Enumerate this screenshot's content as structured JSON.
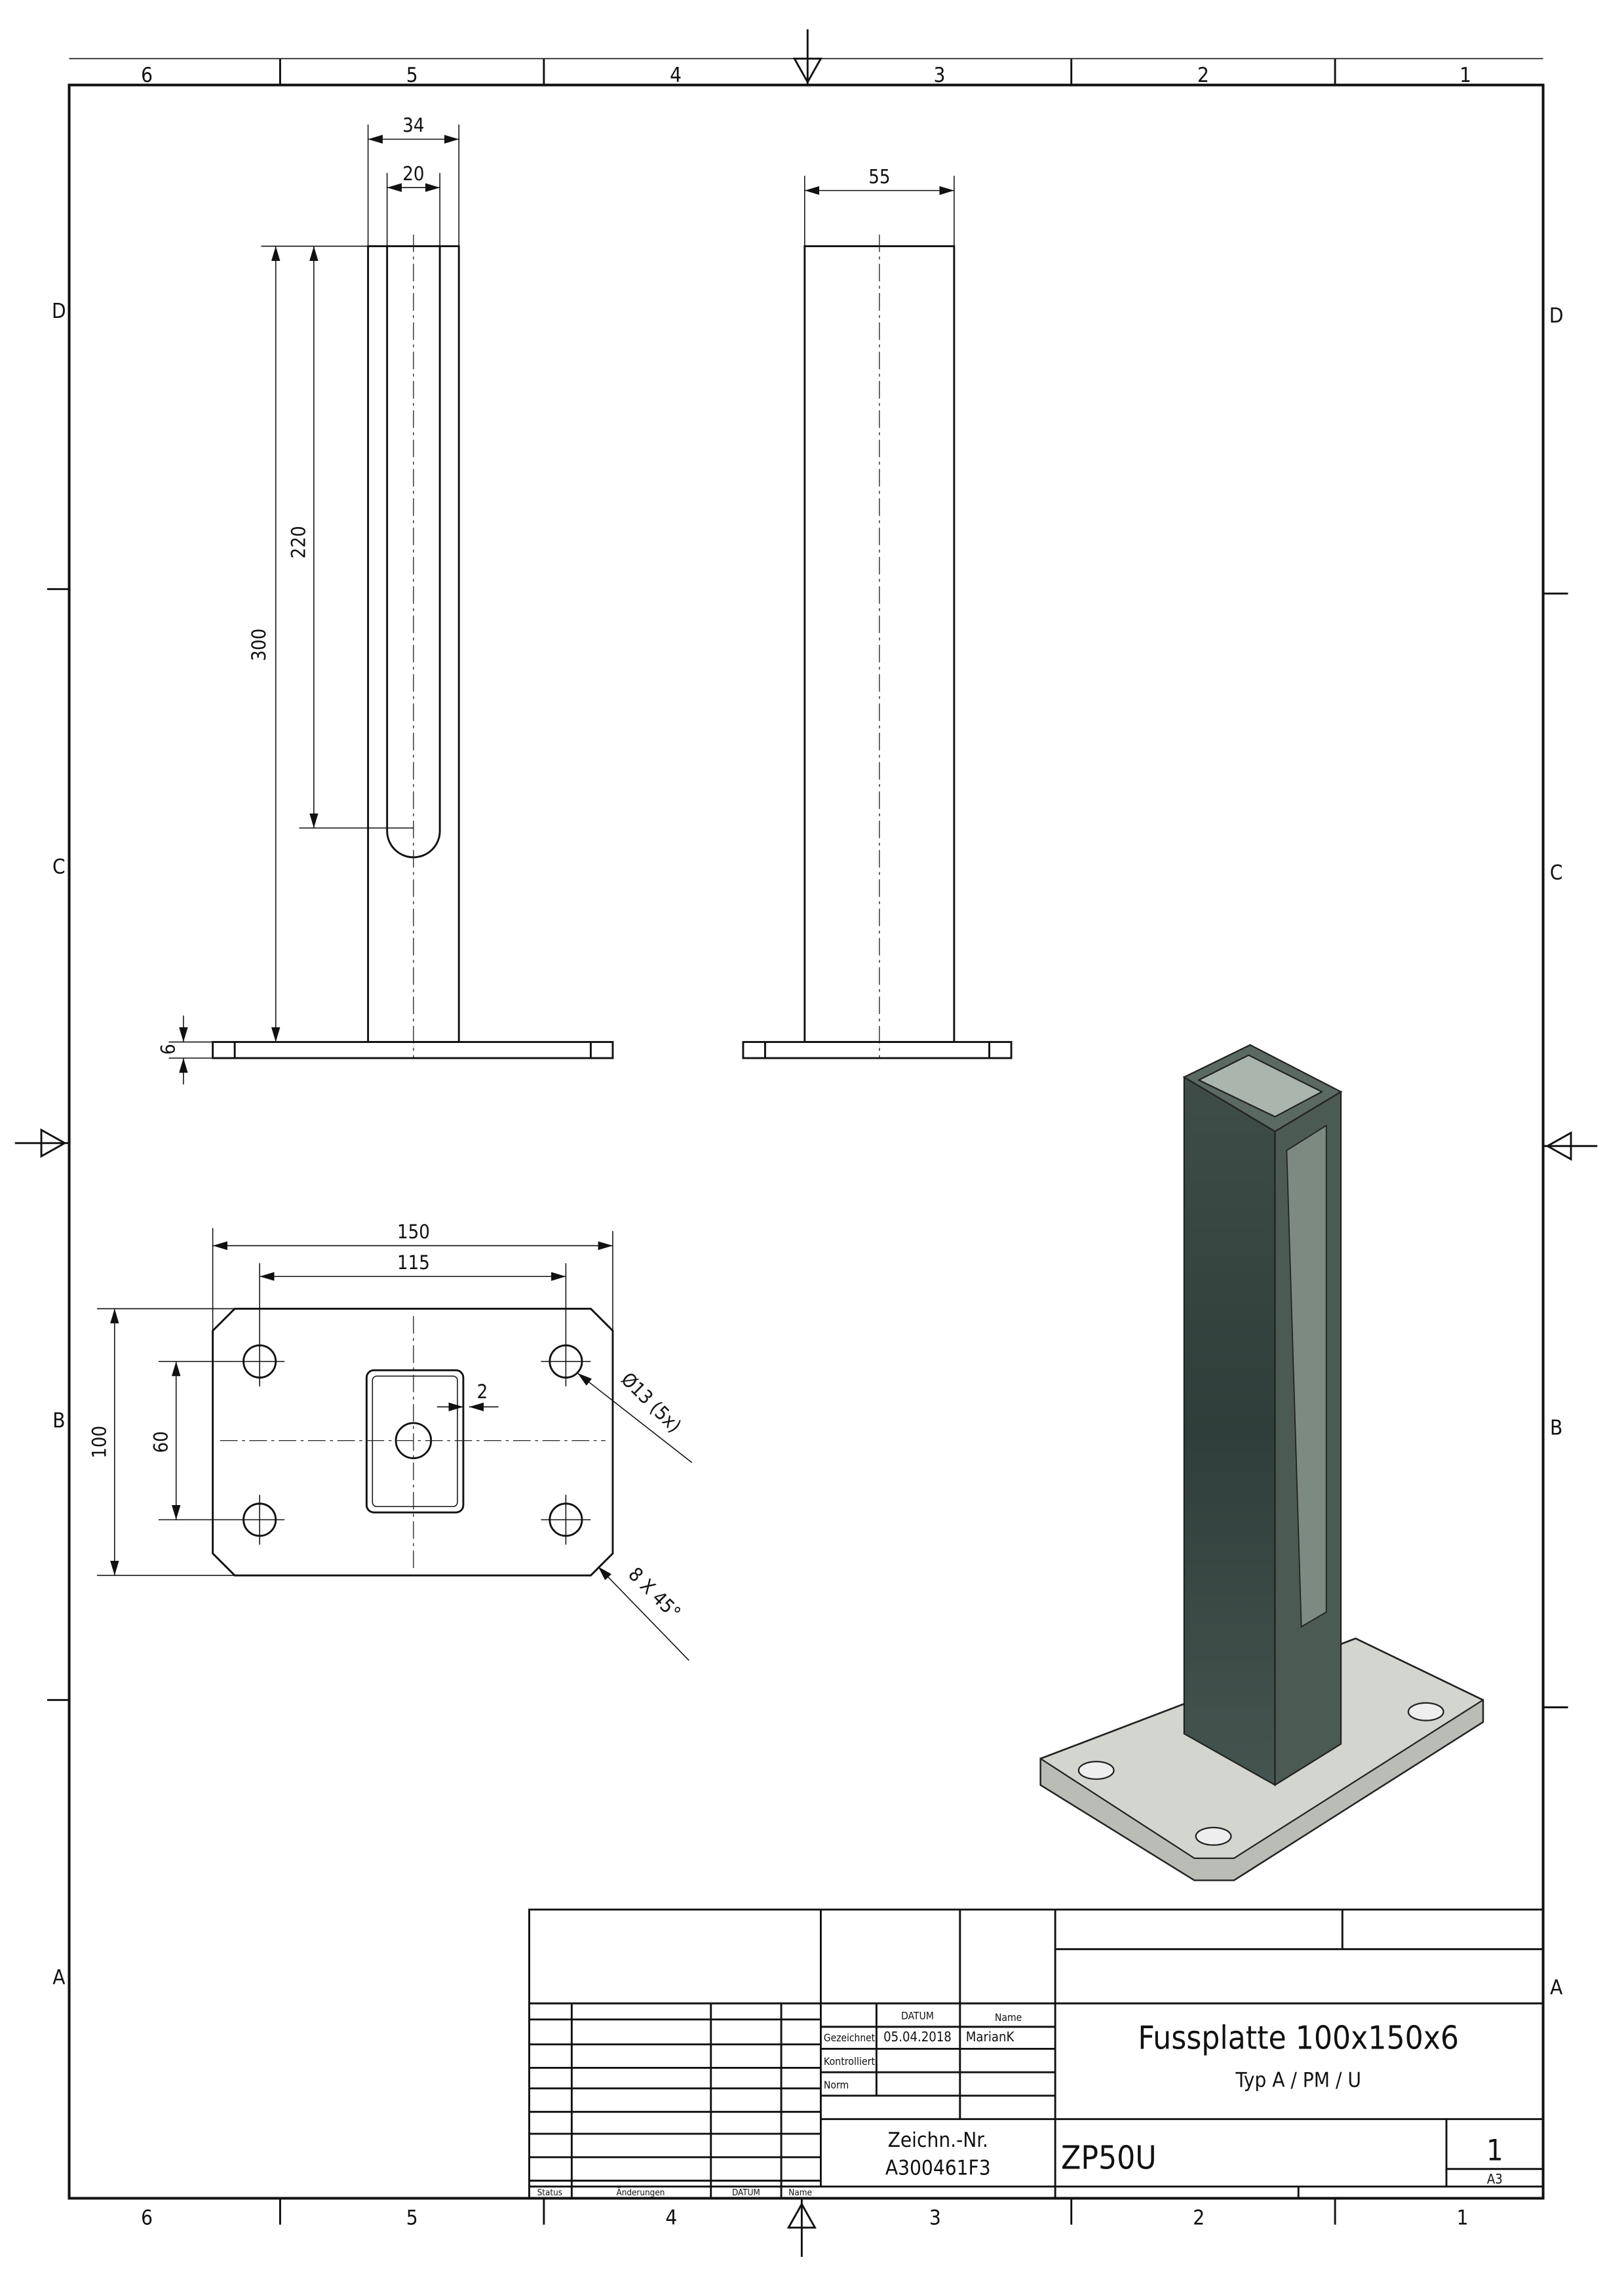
{
  "zones": {
    "columns": [
      "6",
      "5",
      "4",
      "3",
      "2",
      "1"
    ],
    "rows": [
      "D",
      "C",
      "B",
      "A"
    ]
  },
  "front_view": {
    "width_outer": "34",
    "width_slot": "20",
    "height_total": "300",
    "height_slot": "220",
    "plate_thickness": "6"
  },
  "side_view": {
    "width": "55"
  },
  "top_view": {
    "length": "150",
    "hole_spacing_x": "115",
    "width": "100",
    "hole_spacing_y": "60",
    "wall": "2",
    "holes": "Ø13 (5x)",
    "chamfer": "8 X 45°"
  },
  "title_block": {
    "col_datum": "DATUM",
    "col_name": "Name",
    "row_gezeichnet": "Gezeichnet",
    "row_kontrolliert": "Kontrolliert",
    "row_norm": "Norm",
    "drawn_date": "05.04.2018",
    "drawn_name": "MarianK",
    "title": "Fussplatte 100x150x6",
    "subtitle": "Typ A / PM / U",
    "drawing_no_label": "Zeichn.-Nr.",
    "drawing_no": "A300461F3",
    "part_no": "ZP50U",
    "sheet": "1",
    "format": "A3",
    "rev_status": "Status",
    "rev_changes": "Änderungen",
    "rev_datum": "DATUM",
    "rev_name": "Name"
  },
  "colors": {
    "line": "#111111",
    "iso_dark": "#3a4a44",
    "iso_plate": "#cfd3cc"
  }
}
